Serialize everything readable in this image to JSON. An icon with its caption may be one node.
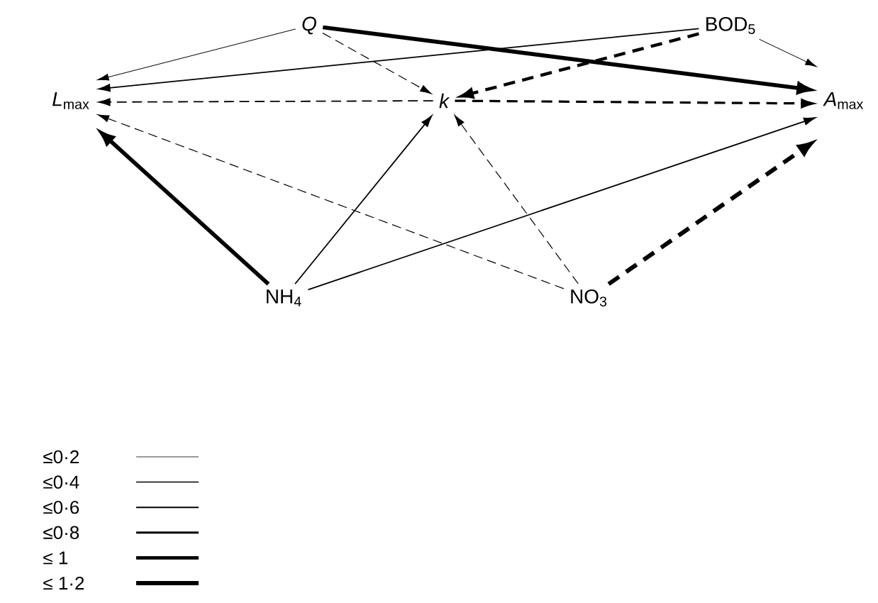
{
  "diagram": {
    "nodes": [
      {
        "text": [
          "Q"
        ]
      },
      {
        "text": [
          "BOD$_{5}$"
        ]
      },
      {
        "text": [
          "*L*$_{max}$"
        ]
      },
      {
        "text": [
          "k"
        ]
      },
      {
        "text": [
          "*A*$_{max}$"
        ]
      },
      {
        "text": [
          "NH$_{4}$"
        ]
      },
      {
        "text": [
          "NO$_{3}$"
        ]
      }
    ],
    "edges": [
      {
        "from": 0,
        "to": 2,
        "arrow": "to"
      },
      {
        "from": 0,
        "to": 3,
        "arrow": "to",
        "style": "dashed"
      },
      {
        "from": 0,
        "to": 4,
        "arrow": "to",
        "style": "thick"
      },
      {
        "from": 1,
        "to": 2,
        "arrow": "to"
      },
      {
        "from": 1,
        "to": 3,
        "arrow": "to",
        "style": "dashed"
      },
      {
        "from": 1,
        "to": 4,
        "arrow": "to"
      },
      {
        "from": 3,
        "to": 2,
        "arrow": "to",
        "style": "dashed"
      },
      {
        "from": 3,
        "to": 4,
        "arrow": "to",
        "style": "dashed"
      },
      {
        "from": 5,
        "to": 2,
        "arrow": "to",
        "style": "thick"
      },
      {
        "from": 5,
        "to": 3,
        "arrow": "to"
      },
      {
        "from": 5,
        "to": 4,
        "arrow": "to"
      },
      {
        "from": 6,
        "to": 2,
        "arrow": "to",
        "style": "dashed"
      },
      {
        "from": 6,
        "to": 3,
        "arrow": "to",
        "style": "dashed"
      },
      {
        "from": 6,
        "to": 4,
        "arrow": "to",
        "style": "dashed"
      }
    ],
    "legend": [
      {
        "text": "≤0·2"
      },
      {
        "text": "≤0·4"
      },
      {
        "text": "≤0·6"
      },
      {
        "text": "≤0·8"
      },
      {
        "text": "≤ 1"
      },
      {
        "text": "≤ 1·2"
      }
    ]
  }
}
